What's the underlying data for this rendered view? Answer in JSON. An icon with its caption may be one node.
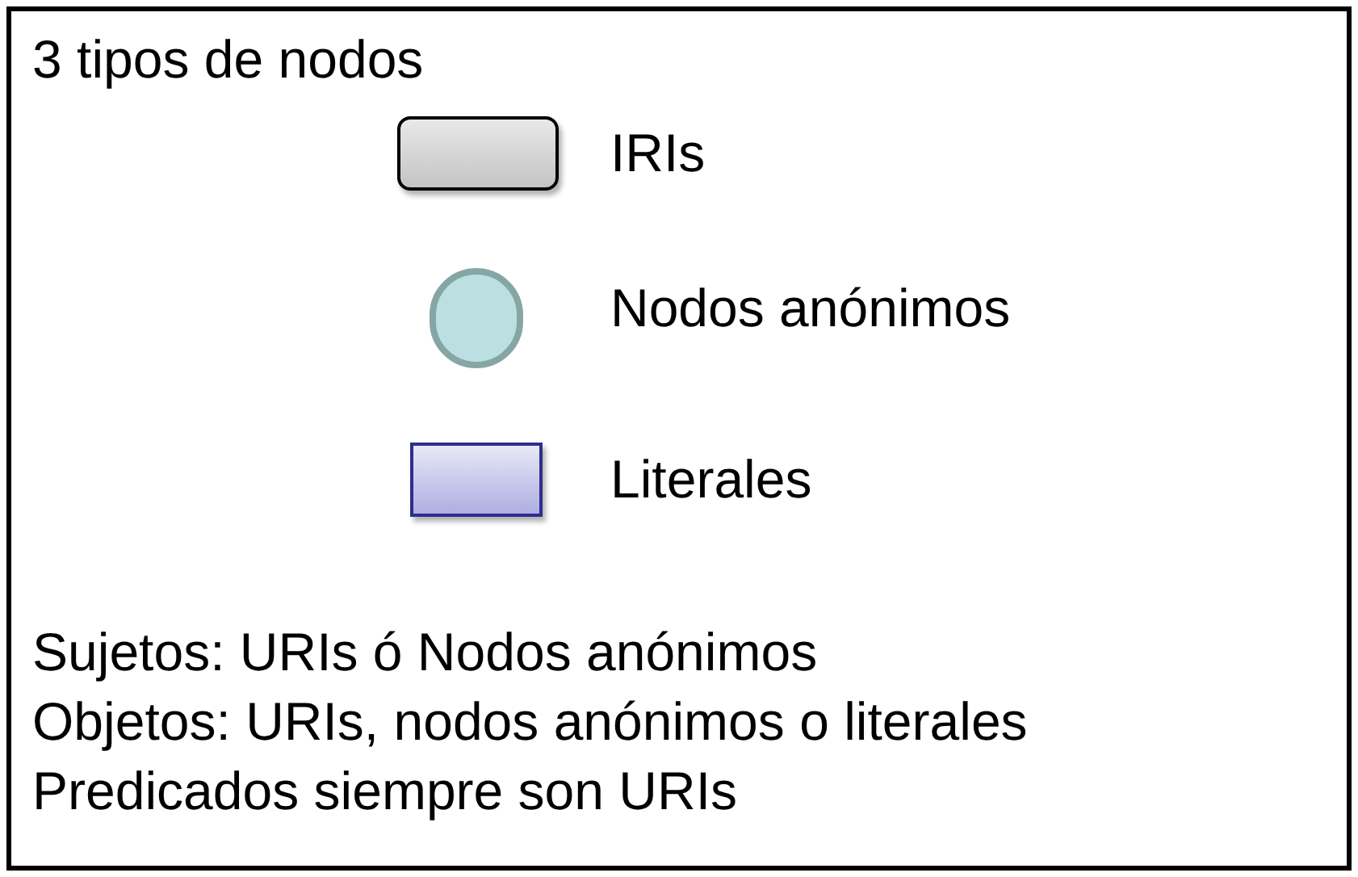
{
  "diagram": {
    "title": "3 tipos de nodos",
    "legend": [
      {
        "text": "IRIs"
      },
      {
        "text": "Nodos anónimos"
      },
      {
        "text": "Literales"
      }
    ],
    "labels": [
      "Sujetos: URIs ó Nodos anónimos",
      "Objetos: URIs, nodos anónimos o literales",
      "Predicados siempre son URIs"
    ]
  }
}
